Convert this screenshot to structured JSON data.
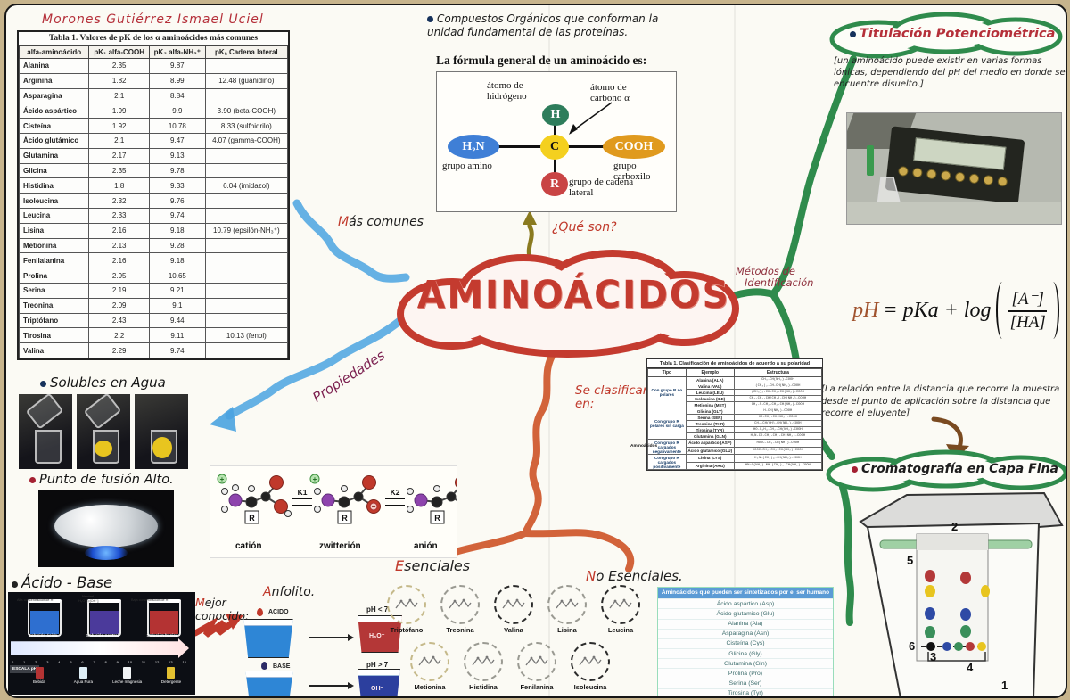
{
  "author": "Morones Gutiérrez Ismael Uciel",
  "pk_table": {
    "title": "Tabla 1. Valores de pK de los α aminoácidos más comunes",
    "headers": [
      "alfa-aminoácido",
      "pK₁ alfa-COOH",
      "pK₂ alfa-NH₃⁺",
      "pKₐ Cadena lateral"
    ],
    "rows": [
      [
        "Alanina",
        "2.35",
        "9.87",
        ""
      ],
      [
        "Arginina",
        "1.82",
        "8.99",
        "12.48 (guanidino)"
      ],
      [
        "Asparagina",
        "2.1",
        "8.84",
        ""
      ],
      [
        "Ácido aspártico",
        "1.99",
        "9.9",
        "3.90 (beta-COOH)"
      ],
      [
        "Cisteína",
        "1.92",
        "10.78",
        "8.33 (sulfhidrilo)"
      ],
      [
        "Ácido glutámico",
        "2.1",
        "9.47",
        "4.07 (gamma-COOH)"
      ],
      [
        "Glutamina",
        "2.17",
        "9.13",
        ""
      ],
      [
        "Glicina",
        "2.35",
        "9.78",
        ""
      ],
      [
        "Histidina",
        "1.8",
        "9.33",
        "6.04 (imidazol)"
      ],
      [
        "Isoleucina",
        "2.32",
        "9.76",
        ""
      ],
      [
        "Leucina",
        "2.33",
        "9.74",
        ""
      ],
      [
        "Lisina",
        "2.16",
        "9.18",
        "10.79 (epsilón-NH₃⁺)"
      ],
      [
        "Metionina",
        "2.13",
        "9.28",
        ""
      ],
      [
        "Fenilalanina",
        "2.16",
        "9.18",
        ""
      ],
      [
        "Prolina",
        "2.95",
        "10.65",
        ""
      ],
      [
        "Serina",
        "2.19",
        "9.21",
        ""
      ],
      [
        "Treonina",
        "2.09",
        "9.1",
        ""
      ],
      [
        "Triptófano",
        "2.43",
        "9.44",
        ""
      ],
      [
        "Tirosina",
        "2.2",
        "9.11",
        "10.13 (fenol)"
      ],
      [
        "Valina",
        "2.29",
        "9.74",
        ""
      ]
    ]
  },
  "intro_note": "Compuestos Orgánicos que conforman la unidad fundamental de las proteínas.",
  "formula_box": {
    "title": "La fórmula general de un aminoácido es:",
    "h": "H",
    "c": "C",
    "h2n": "H₂N",
    "cooh": "COOH",
    "r": "R",
    "label_h": "átomo de hidrógeno",
    "label_c": "átomo de carbono α",
    "label_amino": "grupo amino",
    "label_carboxilo": "grupo carboxilo",
    "label_r": "grupo de cadena lateral"
  },
  "center": {
    "title": "AMINOÁCIDOS",
    "que_son": "¿Qué son?",
    "mas_comunes": "Más comunes",
    "propiedades": "Propiedades",
    "metodos_line1": "Métodos de",
    "metodos_line2": "Identificación",
    "se_clasifican_line1": "Se clasifican",
    "se_clasifican_line2": "en:",
    "esenciales": "Esenciales",
    "no_esenciales": "No Esenciales."
  },
  "titulacion": {
    "title": "Titulación Potenciométrica",
    "note": "[un aminoácido puede existir en varias formas iónicas, dependiendo del pH del medio en donde se encuentre disuelto.]"
  },
  "ph_formula": {
    "lhs": "pH",
    "rhs": "= pKa + log",
    "num": "[A⁻]",
    "den": "[HA]"
  },
  "tlc": {
    "note": "[La relación entre la distancia que recorre la muestra desde el punto de aplicación sobre la distancia que recorre el eluyente]",
    "title": "Cromatografía en Capa Fina",
    "numbers": [
      "1",
      "2",
      "3",
      "4",
      "5",
      "6"
    ],
    "spots_col1": [
      "#b33939",
      "#e8c51f",
      "#2e4aa5",
      "#3a8f5a"
    ],
    "spots_col2": [
      "#b33939",
      "#2e4aa5",
      "#3a8f5a"
    ],
    "spots_edge": [
      "#e8c51f"
    ],
    "spots_baseline": [
      "#111111",
      "#2e4aa5",
      "#3a8f5a",
      "#b33939",
      "#e8c51f"
    ]
  },
  "clasificacion_table": {
    "title": "Tabla 1. Clasificación de aminoácidos de acuerdo a su polaridad",
    "side_label": "Aminoácidos",
    "headers": [
      "Tipo",
      "Ejemplo",
      "Estructura"
    ],
    "groups": [
      {
        "tipo": "Con grupo R no polares",
        "items": [
          {
            "ej": "Alanina (ALA)",
            "est": "CH₃-CH(NH₂)-COOH"
          },
          {
            "ej": "Valina (VAL)",
            "est": "(CH₃)₂-CH-CH(NH₂)-COOH"
          },
          {
            "ej": "Leucina (LEU)",
            "est": "(CH₃)₂-CH-CH₂-CH(NH₂)-COOH"
          },
          {
            "ej": "Isoleucina (ILE)",
            "est": "CH₃-CH₂-CH(CH₃)-CH(NH₂)-COOH"
          },
          {
            "ej": "Metionina (MET)",
            "est": "CH₃-S-CH₂-CH₂-CH(NH₂)-COOH"
          }
        ]
      },
      {
        "tipo": "Con grupo R polares sin carga",
        "items": [
          {
            "ej": "Glicina (GLY)",
            "est": "H-CH(NH₂)-COOH"
          },
          {
            "ej": "Serina (SER)",
            "est": "HO-CH₂-CH(NH₂)-COOH"
          },
          {
            "ej": "Treonina (THR)",
            "est": "CH₃-CH(OH)-CH(NH₂)-COOH"
          },
          {
            "ej": "Tirosina (TYR)",
            "est": "HO-C₆H₄-CH₂-CH(NH₂)-COOH"
          },
          {
            "ej": "Glutamina (GLN)",
            "est": "H₂N-CO-CH₂-CH₂-CH(NH₂)-COOH"
          }
        ]
      },
      {
        "tipo": "Con grupo R cargados negativamente",
        "items": [
          {
            "ej": "Ácido aspártico (ASP)",
            "est": "HOOC-CH₂-CH(NH₂)-COOH"
          },
          {
            "ej": "Ácido glutámico (GLU)",
            "est": "HOOC-CH₂-CH₂-CH(NH₂)-COOH"
          }
        ]
      },
      {
        "tipo": "Con grupo R cargados positivamente",
        "items": [
          {
            "ej": "Lisina (LYS)",
            "est": "H₂N-(CH₂)₄-CH(NH₂)-COOH"
          },
          {
            "ej": "Arginina (ARG)",
            "est": "HN=C(NH₂)-NH-(CH₂)₃-CH(NH₂)-COOH"
          }
        ]
      }
    ]
  },
  "properties": {
    "solubles": "Solubles en Agua",
    "punto_fusion": "Punto de fusión Alto.",
    "acido_base": "Ácido - Base"
  },
  "ionic_forms": {
    "cation": "catión",
    "zwitterion": "zwitterión",
    "anion": "anión",
    "k1": "K1",
    "k2": "K2",
    "r_label": "R",
    "plus": "+",
    "minus": "−"
  },
  "ph_scale_panel": {
    "beakers": [
      {
        "label": "Solución ácida",
        "color": "#2e6fd0"
      },
      {
        "label": "Solución neutral",
        "color": "#4b3a9b"
      },
      {
        "label": "Solución básica",
        "color": "#b43333"
      }
    ],
    "left_text": "Alta concentración de H⁺",
    "center_text": "Neutral",
    "center_formula": "[H₃O⁺]=[OH⁻]",
    "right_text": "Baja concentración de H⁺",
    "ticks": [
      "0",
      "1",
      "2",
      "3",
      "4",
      "5",
      "6",
      "7",
      "8",
      "9",
      "10",
      "11",
      "12",
      "13",
      "14"
    ],
    "scale_label": "ESCALA pH",
    "products": [
      {
        "name": "Bebida",
        "color": "#b z"
      },
      {
        "name": "Agua Pura",
        "color": "#dfeff7"
      },
      {
        "name": "Leche magnesia",
        "color": "#f2f4f6"
      },
      {
        "name": "Detergente",
        "color": "#e3c030"
      }
    ]
  },
  "anfolito": {
    "mejor_conocido": "Mejor conocido:",
    "title": "Anfolito.",
    "acido": "ACIDO",
    "base": "BASE",
    "ph_acid": "pH < 7",
    "ph_base": "pH > 7",
    "h3o": "H₃O⁺",
    "oh": "OH⁻"
  },
  "essential_amino": {
    "rows": [
      [
        {
          "name": "Triptófano",
          "ring": "tan"
        },
        {
          "name": "Treonina",
          "ring": "gray"
        },
        {
          "name": "Valina",
          "ring": "dark"
        },
        {
          "name": "Lisina",
          "ring": "gray"
        },
        {
          "name": "Leucina",
          "ring": "dark"
        }
      ],
      [
        {
          "name": "Metionina",
          "ring": "tan"
        },
        {
          "name": "Histidina",
          "ring": "gray"
        },
        {
          "name": "Fenilanina",
          "ring": "gray"
        },
        {
          "name": "Isoleucina",
          "ring": "dark"
        }
      ]
    ]
  },
  "synthesized_table": {
    "title": "Aminoácidos que pueden ser sintetizados por el ser humano",
    "items": [
      "Ácido aspártico (Asp)",
      "Ácido glutámico (Glu)",
      "Alanina (Ala)",
      "Asparagina (Asn)",
      "Cisteína (Cys)",
      "Glicina (Gly)",
      "Glutamina (Gln)",
      "Prolina (Pro)",
      "Serina (Ser)",
      "Tirosina (Tyr)"
    ]
  }
}
